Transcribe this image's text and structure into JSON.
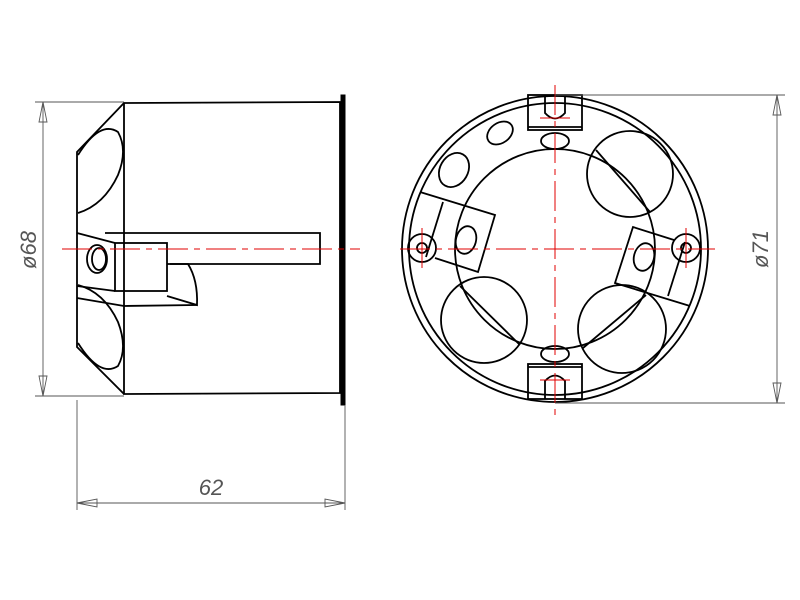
{
  "drawing": {
    "title": "Junction box technical drawing",
    "views": [
      "side-view",
      "top-view"
    ],
    "colors": {
      "outline": "#000000",
      "dimension": "#555555",
      "centerline": "#e00000"
    }
  },
  "dimensions": {
    "side_height": "ø68",
    "side_width": "62",
    "top_diameter": "ø71"
  }
}
